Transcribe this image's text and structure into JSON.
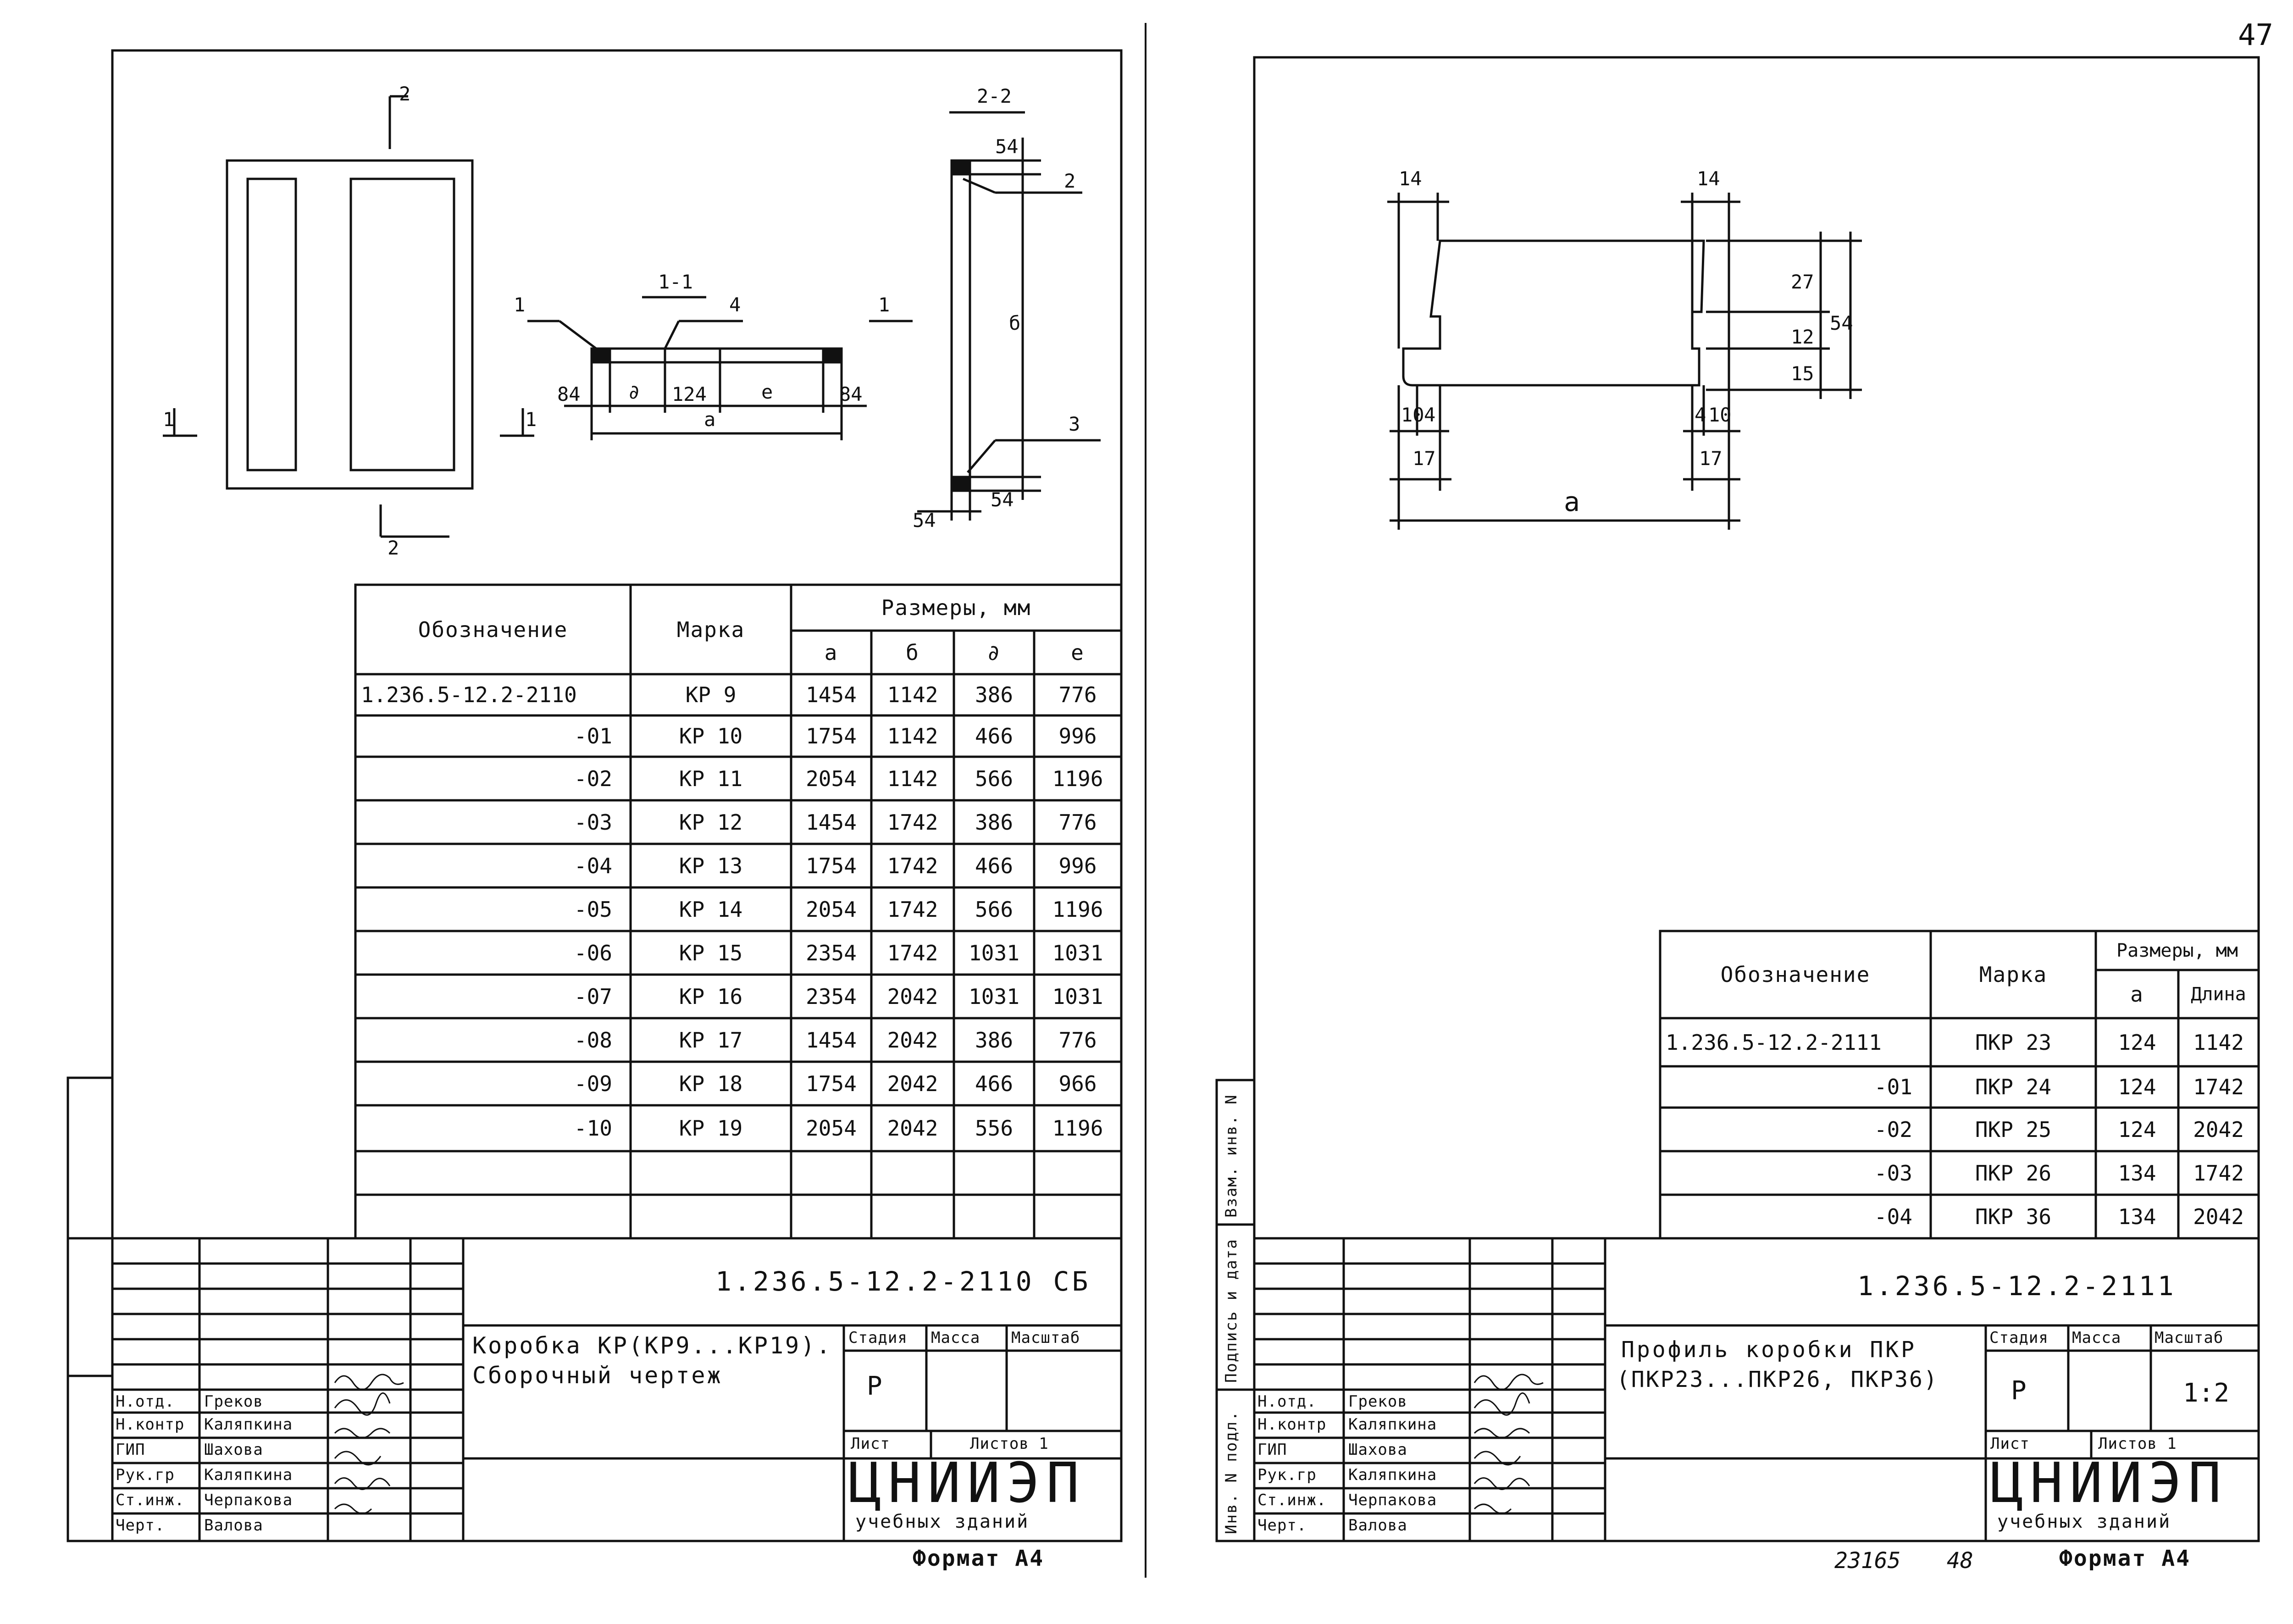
{
  "page_number": "47",
  "left_sheet": {
    "section_labels": {
      "sec_2_top": "2",
      "sec_2_bottom": "2",
      "sec_1_left": "1",
      "sec_1_right": "1",
      "sec_2_2": "2-2",
      "sec_1_1": "1-1",
      "sec_1_right_mark": "1"
    },
    "callouts": {
      "c1": "1",
      "c4": "4",
      "c2": "2",
      "c3": "3"
    },
    "dims": {
      "d84a": "84",
      "dd": "∂",
      "d124": "124",
      "de": "e",
      "d84b": "84",
      "da": "a",
      "d54top": "54",
      "dbeta": "б",
      "d54bot": "54",
      "d54left": "54"
    },
    "table": {
      "headers": {
        "designation": "Обозначение",
        "mark": "Марка",
        "sizes": "Размеры, мм",
        "a": "a",
        "b": "б",
        "d": "∂",
        "e": "e"
      },
      "rows": [
        {
          "designation": "1.236.5-12.2-2110",
          "mark": "КР 9",
          "a": "1454",
          "b": "1142",
          "d": "386",
          "e": "776"
        },
        {
          "designation": "-01",
          "mark": "КР 10",
          "a": "1754",
          "b": "1142",
          "d": "466",
          "e": "996"
        },
        {
          "designation": "-02",
          "mark": "КР 11",
          "a": "2054",
          "b": "1142",
          "d": "566",
          "e": "1196"
        },
        {
          "designation": "-03",
          "mark": "КР 12",
          "a": "1454",
          "b": "1742",
          "d": "386",
          "e": "776"
        },
        {
          "designation": "-04",
          "mark": "КР 13",
          "a": "1754",
          "b": "1742",
          "d": "466",
          "e": "996"
        },
        {
          "designation": "-05",
          "mark": "КР 14",
          "a": "2054",
          "b": "1742",
          "d": "566",
          "e": "1196"
        },
        {
          "designation": "-06",
          "mark": "КР 15",
          "a": "2354",
          "b": "1742",
          "d": "1031",
          "e": "1031"
        },
        {
          "designation": "-07",
          "mark": "КР 16",
          "a": "2354",
          "b": "2042",
          "d": "1031",
          "e": "1031"
        },
        {
          "designation": "-08",
          "mark": "КР 17",
          "a": "1454",
          "b": "2042",
          "d": "386",
          "e": "776"
        },
        {
          "designation": "-09",
          "mark": "КР 18",
          "a": "1754",
          "b": "2042",
          "d": "466",
          "e": "966"
        },
        {
          "designation": "-10",
          "mark": "КР 19",
          "a": "2054",
          "b": "2042",
          "d": "556",
          "e": "1196"
        }
      ]
    },
    "title_block": {
      "doc_code": "1.236.5-12.2-2110 СБ",
      "title_line1": "Коробка КР(КР9...КР19).",
      "title_line2": "Сборочный чертеж",
      "stage_label": "Стадия",
      "mass_label": "Масса",
      "scale_label": "Масштаб",
      "stage_value": "Р",
      "scale_value": "",
      "sheet_label": "Лист",
      "sheets_label": "Листов 1",
      "org_logo": "ЦНИИЭП",
      "org_sub": "учебных зданий",
      "roles": [
        {
          "role": "Н.отд.",
          "name": "Греков"
        },
        {
          "role": "Н.контр",
          "name": "Каляпкина"
        },
        {
          "role": "ГИП",
          "name": "Шахова"
        },
        {
          "role": "Рук.гр",
          "name": "Каляпкина"
        },
        {
          "role": "Ст.инж.",
          "name": "Черпакова"
        },
        {
          "role": "Черт.",
          "name": "Валова"
        }
      ]
    },
    "format": "Формат А4"
  },
  "right_sheet": {
    "dims": {
      "t14a": "14",
      "t14b": "14",
      "r27": "27",
      "r12": "12",
      "r15": "15",
      "r54": "54",
      "b10": "10",
      "b4": "4",
      "b4r": "4",
      "b10r": "10",
      "b17a": "17",
      "b17b": "17",
      "ba": "a"
    },
    "table": {
      "headers": {
        "designation": "Обозначение",
        "mark": "Марка",
        "sizes": "Размеры, мм",
        "a": "a",
        "length": "Длина"
      },
      "rows": [
        {
          "designation": "1.236.5-12.2-2111",
          "mark": "ПКР 23",
          "a": "124",
          "length": "1142"
        },
        {
          "designation": "-01",
          "mark": "ПКР 24",
          "a": "124",
          "length": "1742"
        },
        {
          "designation": "-02",
          "mark": "ПКР 25",
          "a": "124",
          "length": "2042"
        },
        {
          "designation": "-03",
          "mark": "ПКР 26",
          "a": "134",
          "length": "1742"
        },
        {
          "designation": "-04",
          "mark": "ПКР 36",
          "a": "134",
          "length": "2042"
        }
      ]
    },
    "title_block": {
      "doc_code": "1.236.5-12.2-2111",
      "title_line1": "Профиль коробки ПКР",
      "title_line2": "(ПКР23...ПКР26, ПКР36)",
      "stage_label": "Стадия",
      "mass_label": "Масса",
      "scale_label": "Масштаб",
      "stage_value": "Р",
      "scale_value": "1:2",
      "sheet_label": "Лист",
      "sheets_label": "Листов 1",
      "org_logo": "ЦНИИЭП",
      "org_sub": "учебных зданий",
      "roles": [
        {
          "role": "Н.отд.",
          "name": "Греков"
        },
        {
          "role": "Н.контр",
          "name": "Каляпкина"
        },
        {
          "role": "ГИП",
          "name": "Шахова"
        },
        {
          "role": "Рук.гр",
          "name": "Каляпкина"
        },
        {
          "role": "Ст.инж.",
          "name": "Черпакова"
        },
        {
          "role": "Черт.",
          "name": "Валова"
        }
      ]
    },
    "side_stamp": {
      "inv_orig": "Инв. N подл.",
      "sign_date": "Подпись и дата",
      "replace_inv": "Взам. инв. N"
    },
    "bottom_number": "23165",
    "bottom_page": "48",
    "format": "Формат А4"
  }
}
